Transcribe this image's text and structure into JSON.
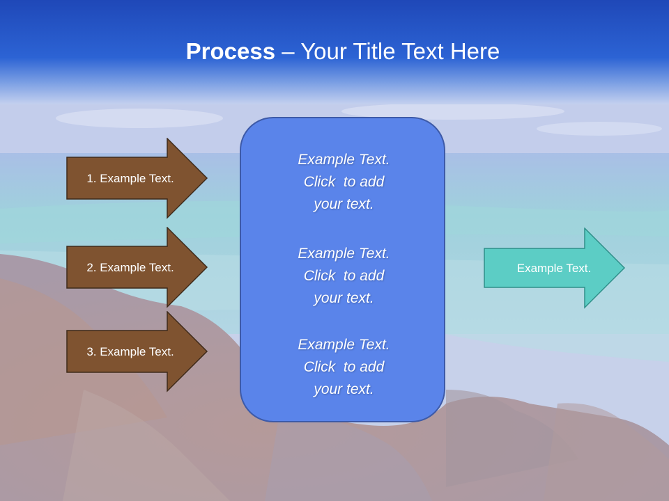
{
  "title": {
    "bold": "Process",
    "dash": " – ",
    "rest": "Your Title Text Here"
  },
  "steps": [
    {
      "label": "1. Example Text."
    },
    {
      "label": "2. Example Text."
    },
    {
      "label": "3. Example Text."
    }
  ],
  "center_box": {
    "items": [
      {
        "text": "Example Text.\nClick  to add\nyour text."
      },
      {
        "text": "Example Text.\nClick  to add\nyour text."
      },
      {
        "text": "Example Text.\nClick  to add\nyour text."
      }
    ]
  },
  "output": {
    "label": "Example Text."
  },
  "colors": {
    "title_bar": "#1f4fc0",
    "step_arrow_fill": "#7f5330",
    "step_arrow_stroke": "#3e2a1a",
    "center_box_fill": "#5a84ea",
    "output_arrow_fill": "#5ccdc5",
    "output_arrow_stroke": "#2f8f89"
  }
}
